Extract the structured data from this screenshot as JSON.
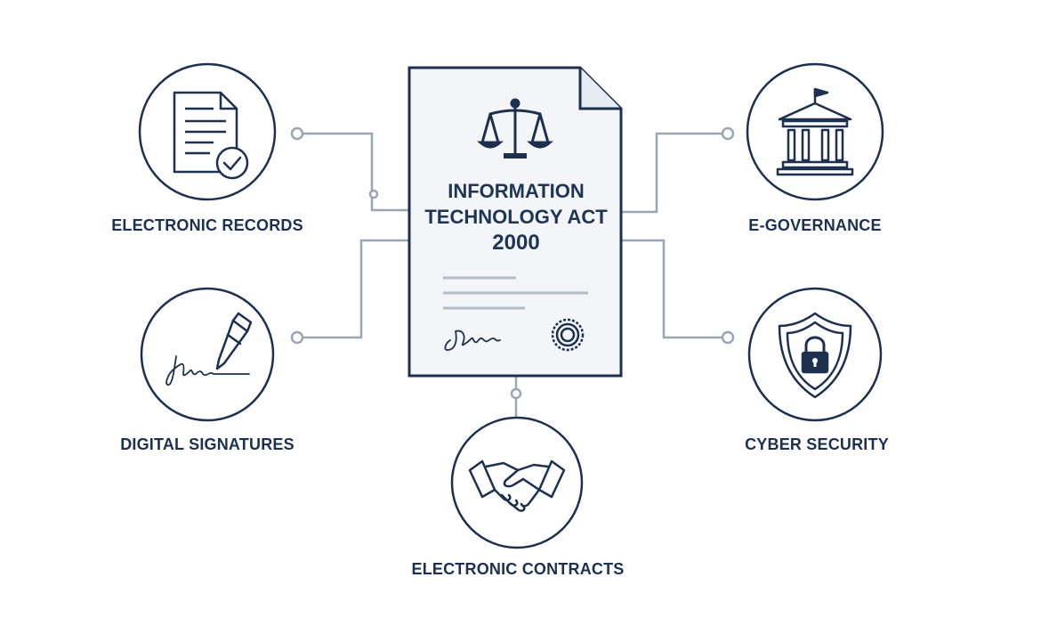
{
  "document": {
    "title_lines": [
      "INFORMATION",
      "TECHNOLOGY ACT",
      "2000"
    ],
    "icon": "scales-of-justice-icon",
    "signature_icon": "signature-icon",
    "seal_icon": "seal-icon"
  },
  "nodes": {
    "electronic_records": {
      "label": "ELECTRONIC RECORDS",
      "icon": "document-check-icon"
    },
    "digital_signatures": {
      "label": "DIGITAL SIGNATURES",
      "icon": "pen-signature-icon"
    },
    "electronic_contracts": {
      "label": "ELECTRONIC CONTRACTS",
      "icon": "handshake-icon"
    },
    "e_governance": {
      "label": "E-GOVERNANCE",
      "icon": "government-building-icon"
    },
    "cyber_security": {
      "label": "CYBER SECURITY",
      "icon": "shield-lock-icon"
    }
  },
  "colors": {
    "stroke": "#1d3050",
    "connector": "#9aa6b6",
    "doc_lines": "#b3bcc9",
    "background": "#ffffff"
  }
}
